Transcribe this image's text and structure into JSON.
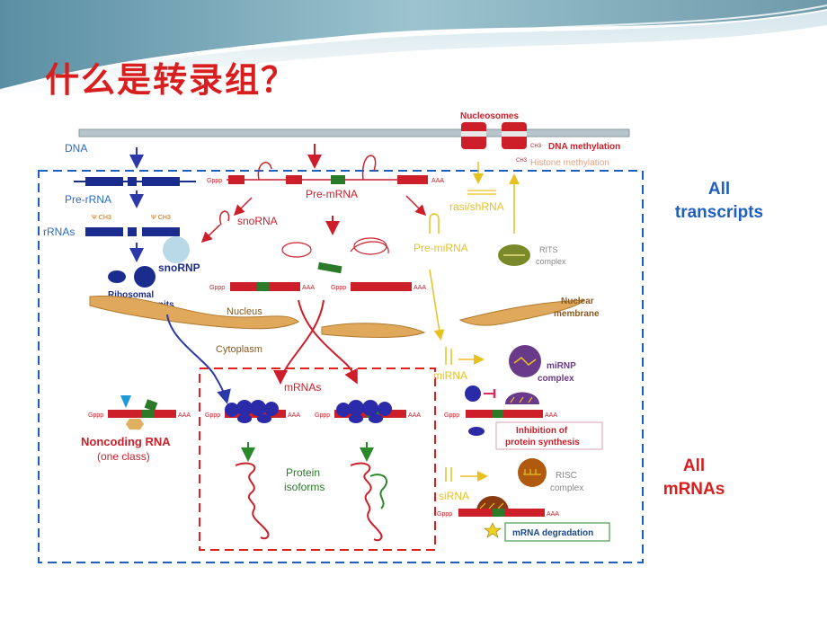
{
  "slide": {
    "title": "什么是转录组？",
    "all_transcripts_line1": "All",
    "all_transcripts_line2": "transcripts",
    "all_mrnas_line1": "All",
    "all_mrnas_line2": "mRNAs"
  },
  "diagram": {
    "dna": "DNA",
    "nucleosomes": "Nucleosomes",
    "ch3_a": "CH3",
    "ch3_b": "CH3",
    "dna_methylation": "DNA methylation",
    "histone_methylation": "Histone methylation",
    "pre_rrna": "Pre-rRNA",
    "pre_mrna": "Pre-mRNA",
    "gppp_1": "Gppp",
    "aaa_1": "AAA",
    "rasi_shrna": "rasi/shRNA",
    "rrnas": "rRNAs",
    "psi_ch3_1": "Ψ CH3",
    "psi_ch3_2": "Ψ CH3",
    "snorna": "snoRNA",
    "snornp": "snoRNP",
    "pre_mirna": "Pre-miRNA",
    "rits_line1": "RITS",
    "rits_line2": "complex",
    "ribosomal_line1": "Ribosomal",
    "ribosomal_line2": "subunits",
    "gppp_2": "Gppp",
    "aaa_2": "AAA",
    "gppp_3": "Gppp",
    "aaa_3": "AAA",
    "nuclear_line1": "Nuclear",
    "nuclear_line2": "membrane",
    "nucleus": "Nucleus",
    "cytoplasm": "Cytoplasm",
    "mirna": "miRNA",
    "mirnp_line1": "miRNP",
    "mirnp_line2": "complex",
    "mrnas": "mRNAs",
    "gppp_4": "Gppp",
    "aaa_4": "AAA",
    "gppp_5": "Gppp",
    "aaa_5": "AAA",
    "gppp_6": "Gppp",
    "aaa_6": "AAA",
    "gppp_7": "Gppp",
    "aaa_7": "AAA",
    "inhibition_line1": "Inhibition of",
    "inhibition_line2": "protein synthesis",
    "noncoding_rna": "Noncoding RNA",
    "one_class": "(one class)",
    "protein_line1": "Protein",
    "protein_line2": "isoforms",
    "risc_line1": "RISC",
    "risc_line2": "complex",
    "sirna": "siRNA",
    "gppp_8": "Gppp",
    "aaa_8": "AAA",
    "mrna_degradation": "mRNA degradation"
  },
  "colors": {
    "title": "#d81e1e",
    "blue_box": "#1f5fbf",
    "red_box": "#e02020",
    "rna_red": "#cc1f2a",
    "rrna_blue": "#1a2d8f",
    "membrane": "#e0a85a",
    "mirna_yellow": "#e8c020"
  }
}
